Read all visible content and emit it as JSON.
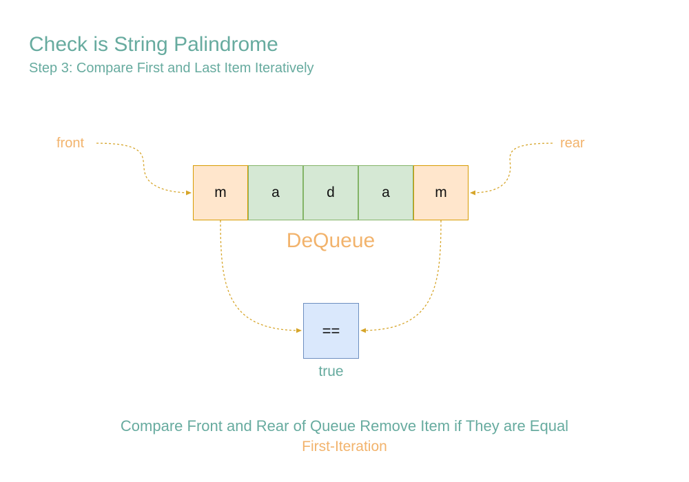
{
  "header": {
    "title": "Check is String Palindrome",
    "subtitle": "Step 3: Compare First and Last Item Iteratively"
  },
  "pointers": {
    "front": "front",
    "rear": "rear"
  },
  "deque": {
    "label": "DeQueue",
    "cells": [
      "m",
      "a",
      "d",
      "a",
      "m"
    ]
  },
  "comparison": {
    "operator": "==",
    "result": "true"
  },
  "footer": {
    "caption": "Compare Front and Rear of Queue Remove Item if They are Equal",
    "iteration": "First-Iteration"
  },
  "colors": {
    "teal_text": "#67AB9F",
    "orange_text": "#F2B36C",
    "end_cell_fill": "#FFE6CC",
    "end_cell_border": "#D79B00",
    "mid_cell_fill": "#D5E8D4",
    "mid_cell_border": "#82B366",
    "compare_fill": "#DAE8FC",
    "compare_border": "#6C8EBF",
    "arrow": "#D6A52A"
  }
}
